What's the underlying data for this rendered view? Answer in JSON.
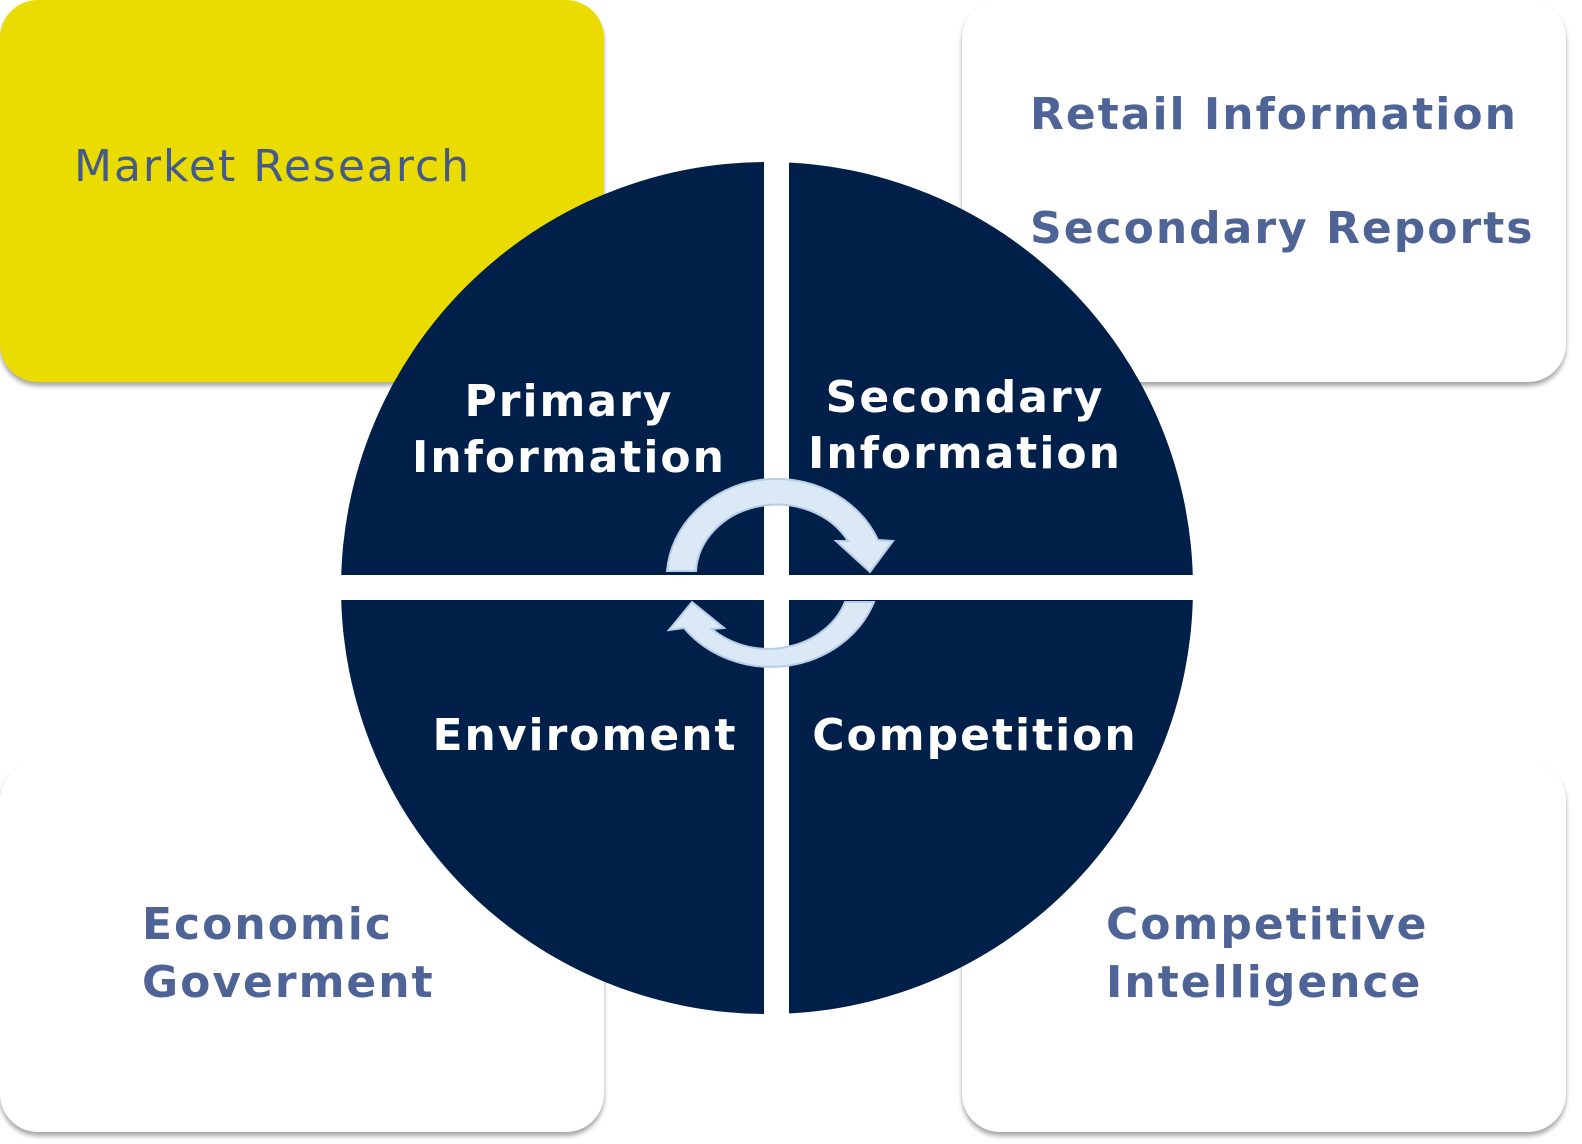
{
  "boxes": {
    "top_left": {
      "label": "Market Research"
    },
    "top_right": {
      "line1": "Retail Information",
      "line2": "Secondary Reports"
    },
    "bottom_left": {
      "text": "Economic\nGoverment"
    },
    "bottom_right": {
      "text": "Competitive\nIntelligence"
    }
  },
  "quadrants": {
    "top_left": "Primary\nInformation",
    "top_right": "Secondary\nInformation",
    "bottom_left": "Enviroment",
    "bottom_right": "Competition"
  },
  "colors": {
    "yellow_box": "#eadc00",
    "circle_fill": "#00204a",
    "corner_text": "#4e6396",
    "arrow_fill": "#dbe8f6"
  },
  "icons": {
    "cycle": "circular-arrows-icon"
  }
}
